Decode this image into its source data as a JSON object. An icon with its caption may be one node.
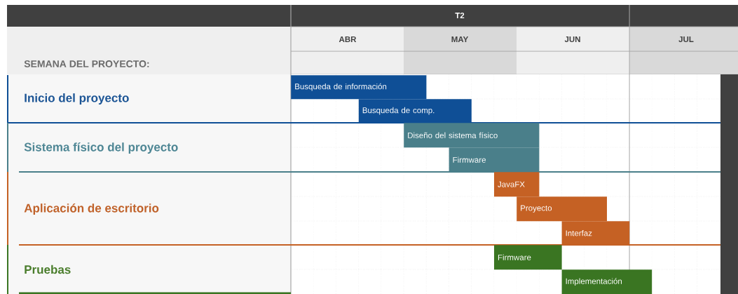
{
  "diagram": {
    "nodes": [
      {
        "text": [
          "Inicio del proyecto"
        ]
      },
      {
        "text": [
          "Busqueda de información"
        ]
      },
      {
        "text": [
          "Busqueda de comp."
        ]
      },
      {
        "text": [
          "Sistema físico del proyecto"
        ]
      },
      {
        "text": [
          "Diseño del sistema físico"
        ]
      },
      {
        "text": [
          "Firmware"
        ]
      },
      {
        "text": [
          "Aplicación de escritorio"
        ]
      },
      {
        "text": [
          "JavaFX"
        ]
      },
      {
        "text": [
          "Proyecto"
        ]
      },
      {
        "text": [
          "Interfaz"
        ]
      },
      {
        "text": [
          "Pruebas"
        ]
      },
      {
        "text": [
          "Firmware"
        ]
      },
      {
        "text": [
          "Implementación"
        ]
      }
    ],
    "labels": [
      "T2",
      "ABR",
      "MAY",
      "JUN",
      "JUL",
      "SEMANA DEL PROYECTO:"
    ]
  }
}
